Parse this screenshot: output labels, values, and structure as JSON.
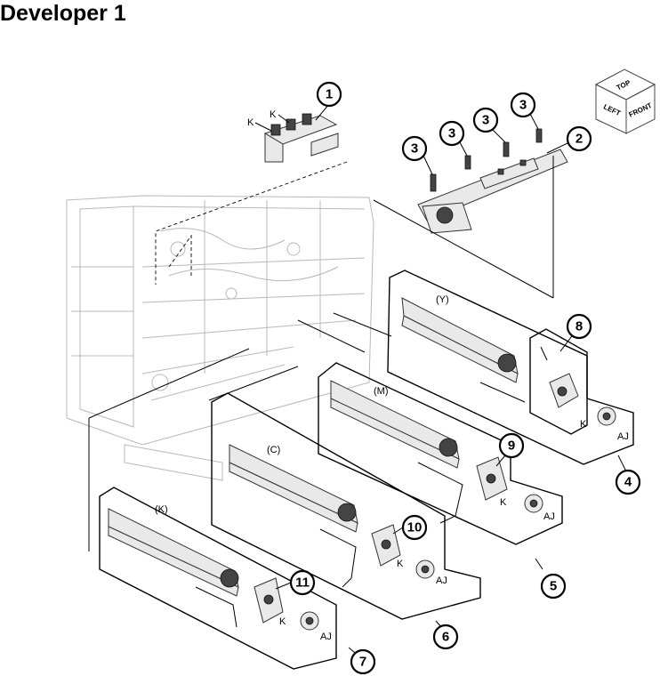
{
  "page": {
    "title": "Developer 1"
  },
  "orientation_cube": {
    "top": "TOP",
    "left": "LEFT",
    "front": "FRONT"
  },
  "callouts": [
    {
      "id": "c1",
      "number": "1"
    },
    {
      "id": "c2",
      "number": "2"
    },
    {
      "id": "c3a",
      "number": "3"
    },
    {
      "id": "c3b",
      "number": "3"
    },
    {
      "id": "c3c",
      "number": "3"
    },
    {
      "id": "c3d",
      "number": "3"
    },
    {
      "id": "c4",
      "number": "4"
    },
    {
      "id": "c5",
      "number": "5"
    },
    {
      "id": "c6",
      "number": "6"
    },
    {
      "id": "c7",
      "number": "7"
    },
    {
      "id": "c8",
      "number": "8"
    },
    {
      "id": "c9",
      "number": "9"
    },
    {
      "id": "c10",
      "number": "10"
    },
    {
      "id": "c11",
      "number": "11"
    }
  ],
  "labels": {
    "k_top_a": "K",
    "k_top_b": "K",
    "unit_y": "(Y)",
    "unit_m": "(M)",
    "unit_c": "(C)",
    "unit_k": "(K)",
    "k_4": "K",
    "aj_4": "AJ",
    "k_5": "K",
    "aj_5": "AJ",
    "k_6": "K",
    "aj_6": "AJ",
    "k_7": "K",
    "aj_7": "AJ"
  }
}
